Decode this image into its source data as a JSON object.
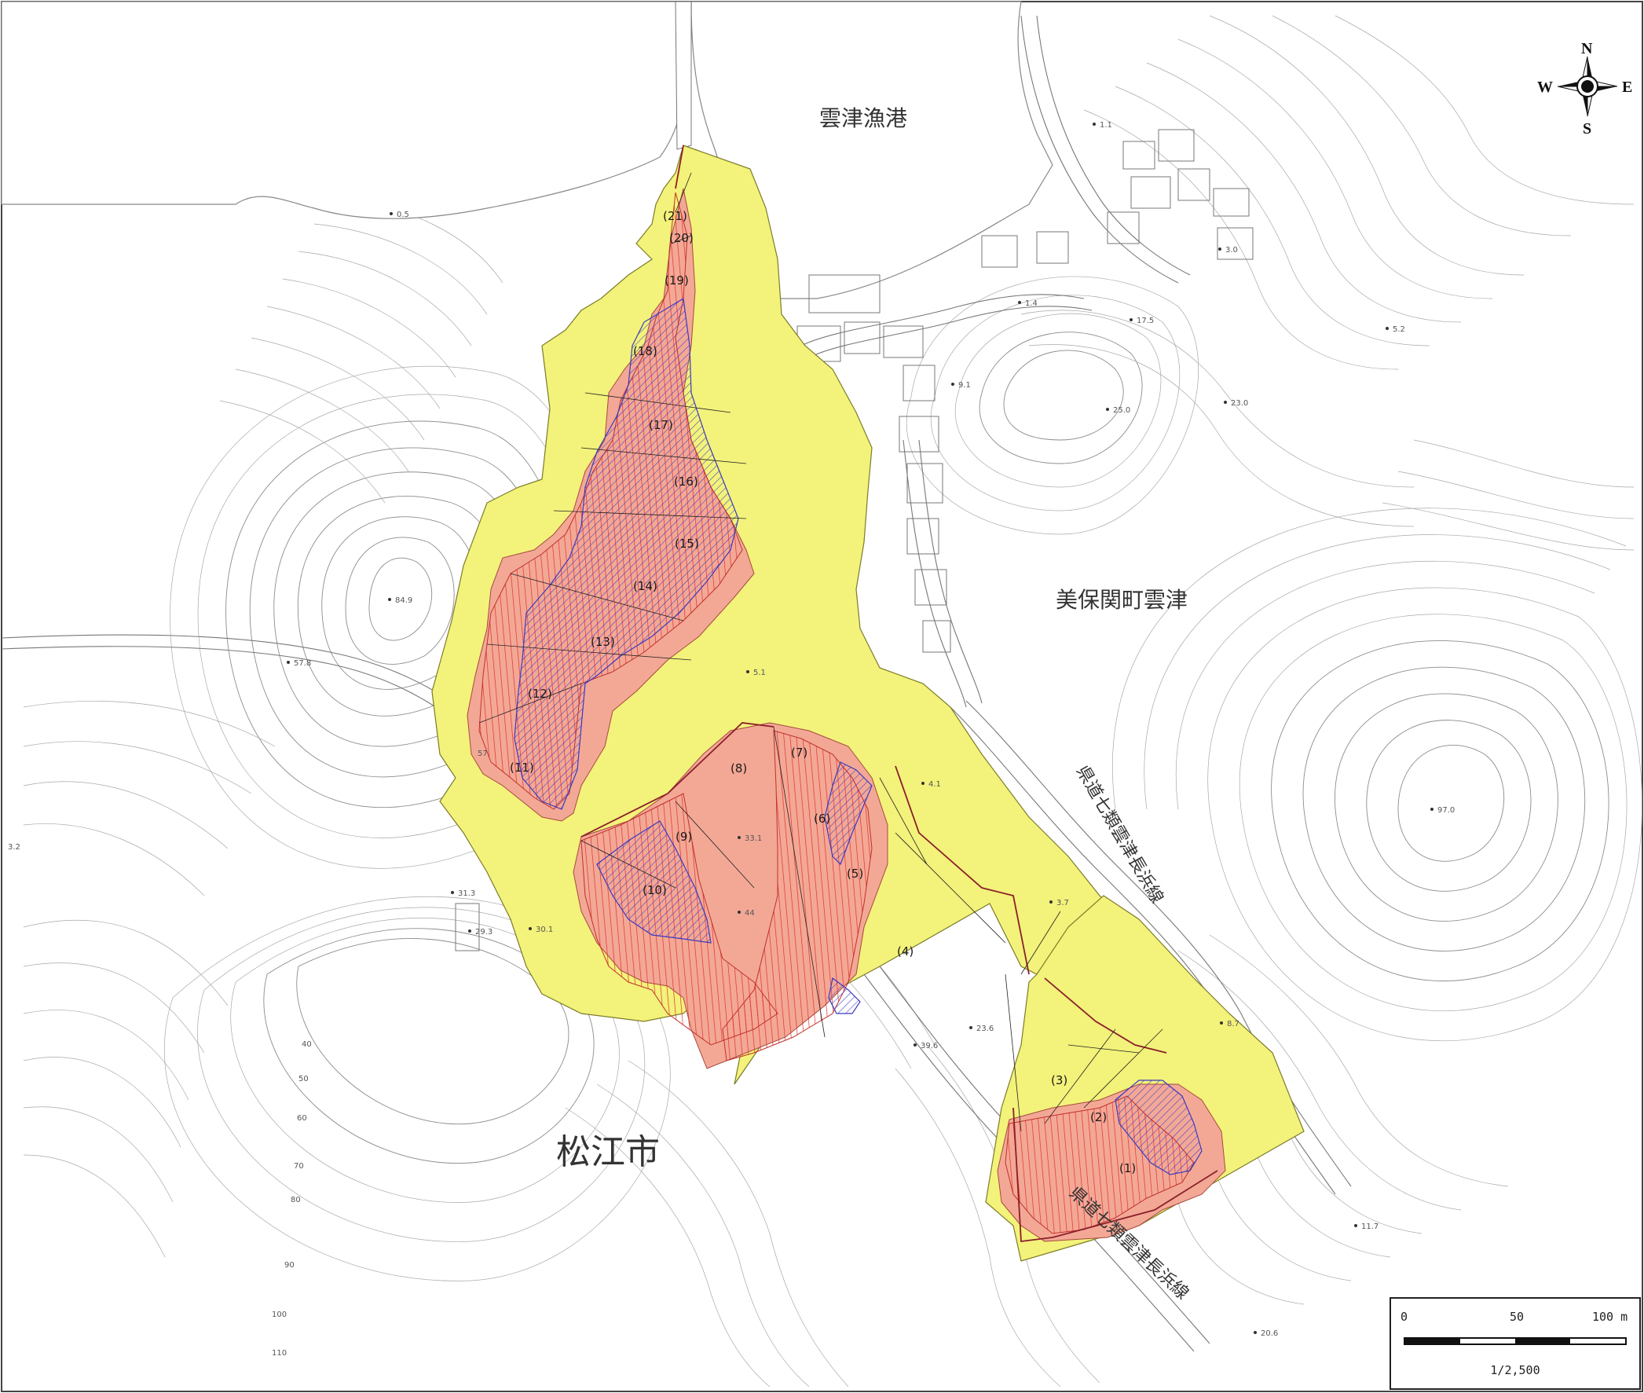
{
  "places": {
    "harbor": "雲津漁港",
    "town": "美保関町雲津",
    "city": "松江市",
    "road_upper": "県道七類雲津長浜線",
    "road_lower": "県道七類雲津長浜線"
  },
  "compass": {
    "n": "N",
    "s": "S",
    "e": "E",
    "w": "W"
  },
  "sections": [
    "(1)",
    "(2)",
    "(3)",
    "(4)",
    "(5)",
    "(6)",
    "(7)",
    "(8)",
    "(9)",
    "(10)",
    "(11)",
    "(12)",
    "(13)",
    "(14)",
    "(15)",
    "(16)",
    "(17)",
    "(18)",
    "(19)",
    "(20)",
    "(21)"
  ],
  "elevations": [
    "0.5",
    "1.1",
    "3.0",
    "1.4",
    "17.5",
    "5.2",
    "9.1",
    "23.0",
    "25.0",
    "84.9",
    "57.8",
    "5.1",
    "4.1",
    "97.0",
    "3.7",
    "33.1",
    "44",
    "31.3",
    "29.3",
    "30.1",
    "23.6",
    "39.6",
    "8.7",
    "3.2",
    "57",
    "20.6",
    "11.7",
    "40",
    "50",
    "60",
    "70",
    "80",
    "90",
    "100",
    "110"
  ],
  "scale": {
    "ticks": [
      "0",
      "50",
      "100 m"
    ],
    "ratio": "1/2,500"
  },
  "colors": {
    "yellow_zone": "#f3f27a",
    "salmon_zone": "#f3a896",
    "hatch_red": "#e0302a",
    "hatch_blue": "#3c3cc8",
    "boundary": "#8a1f2a"
  }
}
